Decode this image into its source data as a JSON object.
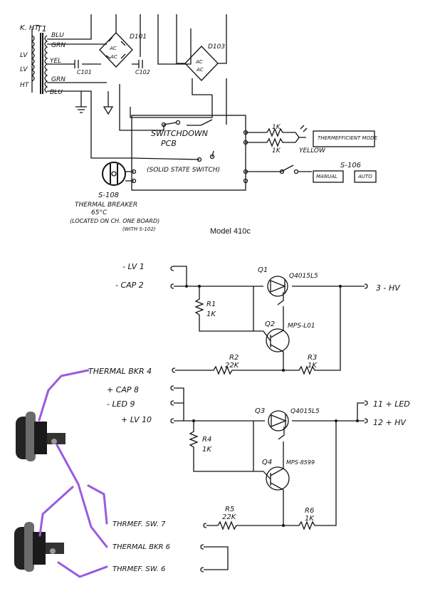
{
  "top": {
    "transformer": {
      "ref": "T1",
      "taps": [
        "BLU",
        "GRN",
        "YEL",
        "GRN",
        "BLU"
      ],
      "side_labels": [
        "K. HT",
        "LV",
        "LV",
        "HT"
      ]
    },
    "c101": "C101",
    "c102": "C102",
    "d101": "D101",
    "d103": "D103",
    "pcb_title": "SWITCHDOWN",
    "pcb_sub": "PCB",
    "solid_state": "(SOLID STATE SWITCH)",
    "r_top": "1K",
    "r_bot": "1K",
    "yellow": "YELLOW",
    "thermef_box": "THERMEFFICIENT MODE",
    "s106": "S-106",
    "manual": "MANUAL",
    "auto": "AUTO",
    "breaker_ref": "S-108",
    "breaker_lines": [
      "THERMAL BREAKER",
      "65°C",
      "(LOCATED ON CH. ONE BOARD)",
      "(WITH S-102)"
    ],
    "model": "Model  410c"
  },
  "bottom": {
    "pins": {
      "p1": "- LV   1",
      "p2": "- CAP   2",
      "p3": "3   - HV",
      "p4": "THERMAL BKR  4",
      "p8": "+ CAP   8",
      "p9": "- LED   9",
      "p10": "+ LV  10",
      "p11": "11   + LED",
      "p12": "12   + HV",
      "p7": "THRMEF. SW.   7",
      "p6a": "THERMAL BKR   6",
      "p6b": "THRMEF. SW.   6"
    },
    "q1": "Q1",
    "q1_part": "Q4015L5",
    "q2": "Q2",
    "q2_part": "MPS-L01",
    "q3": "Q3",
    "q3_part": "Q4015L5",
    "q4": "Q4",
    "q4_part": "MPS-8599",
    "r1": "R1",
    "r1_val": "1K",
    "r2": "R2",
    "r2_val": "22K",
    "r3": "R3",
    "r3_val": "1K",
    "r4": "R4",
    "r4_val": "1K",
    "r5": "R5",
    "r5_val": "22K",
    "r6": "R6",
    "r6_val": "1K"
  },
  "colors": {
    "ink": "#111111",
    "annotation": "#9a5ae0",
    "switch_body": "#222222",
    "switch_ring": "#6b6b6b"
  }
}
